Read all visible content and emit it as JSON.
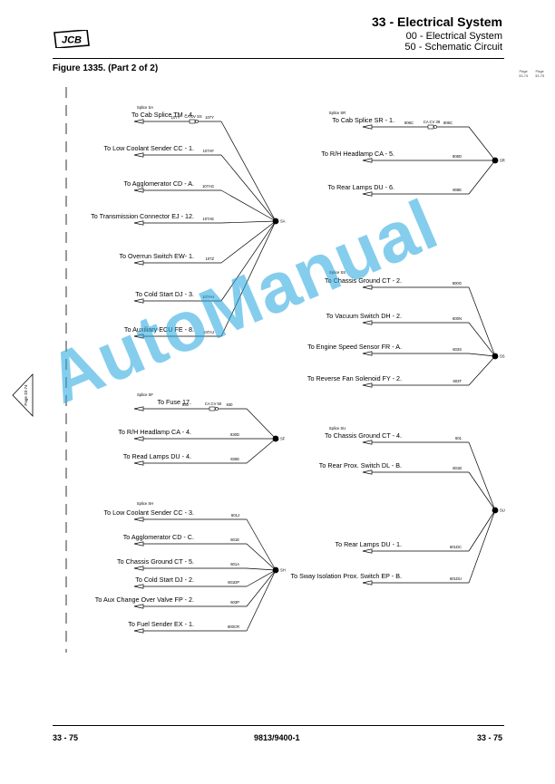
{
  "header": {
    "title": "33 - Electrical System",
    "sub1": "00 - Electrical System",
    "sub2": "50 - Schematic Circuit"
  },
  "logo_text": "JCB",
  "figure_title": "Figure 1335. (Part 2 of 2)",
  "page_refs": [
    {
      "label": "Page",
      "value": "33-74"
    },
    {
      "label": "Page",
      "value": "33-75"
    }
  ],
  "side_tab": "Page 33-74",
  "footer": {
    "left": "33 - 75",
    "center": "9813/9400-1",
    "right": "33 - 75"
  },
  "watermark": "AutoManual",
  "groups": {
    "SA": {
      "node": "SA",
      "splice_label": "Splice SA",
      "connector": "CA CV SS",
      "connector_wire": "107Y",
      "items": [
        {
          "label": "To Cab Splice TM - 4.",
          "wire": "107Y"
        },
        {
          "label": "To Low Coolant Sender CC - 1.",
          "wire": "107AF"
        },
        {
          "label": "To Agglomerator CD - A.",
          "wire": "107AG"
        },
        {
          "label": "To Transmission Connector EJ - 12.",
          "wire": "107AE"
        },
        {
          "label": "To Overrun Switch EW- 1.",
          "wire": "107Z"
        },
        {
          "label": "To Cold Start DJ - 3.",
          "wire": "107AH"
        },
        {
          "label": "To Auxiliary ECU FE - 8.",
          "wire": "107AJ"
        }
      ]
    },
    "SF": {
      "node": "SF",
      "splice_label": "Splice SF",
      "connector": "CA CV 50",
      "connector_wire": "830",
      "items": [
        {
          "label": "To Fuse 17.",
          "wire": "830"
        },
        {
          "label": "To R/H Headlamp CA - 4.",
          "wire": "830D"
        },
        {
          "label": "To Read Lamps DU - 4.",
          "wire": "830E"
        }
      ]
    },
    "SH": {
      "node": "SH",
      "splice_label": "Splice SH",
      "items": [
        {
          "label": "To Low Coolant Sender CC - 3.",
          "wire": "601J"
        },
        {
          "label": "To Agglomerator CD - C.",
          "wire": "601E"
        },
        {
          "label": "To Chassis Ground CT - 5.",
          "wire": "601A"
        },
        {
          "label": "To Cold Start DJ - 2.",
          "wire": "601DP"
        },
        {
          "label": "To Aux Change Over Valve FP - 2.",
          "wire": "603P"
        },
        {
          "label": "To Fuel Sender EX - 1.",
          "wire": "600CR"
        }
      ]
    },
    "SR": {
      "node": "SR",
      "splice_label": "Splice SR",
      "connector": "CA CV 39",
      "connector_wire": "806C",
      "items": [
        {
          "label": "To Cab Splice SR - 1.",
          "wire": "806C"
        },
        {
          "label": "To R/H Headlamp CA - 5.",
          "wire": "806D"
        },
        {
          "label": "To Rear Lamps DU - 6.",
          "wire": "806E"
        }
      ]
    },
    "SS": {
      "node": "SS",
      "splice_label": "Splice SS",
      "items": [
        {
          "label": "To Chassis Ground CT - 2.",
          "wire": "600G"
        },
        {
          "label": "To Vacuum Switch DH - 2.",
          "wire": "600N"
        },
        {
          "label": "To Engine Speed Sensor FR - A.",
          "wire": "603S"
        },
        {
          "label": "To Reverse Fan Solenoid FY - 2.",
          "wire": "603T"
        }
      ]
    },
    "SU": {
      "node": "SU",
      "splice_label": "Splice SU",
      "items": [
        {
          "label": "To Chassis Ground CT - 4.",
          "wire": "601"
        },
        {
          "label": "To Rear Prox. Switch DL - B.",
          "wire": "601B"
        },
        {
          "label": "To Rear Lamps DU - 1.",
          "wire": "601DC"
        },
        {
          "label": "To Sway Isolation Prox. Switch EP - B.",
          "wire": "601DU"
        }
      ]
    }
  }
}
